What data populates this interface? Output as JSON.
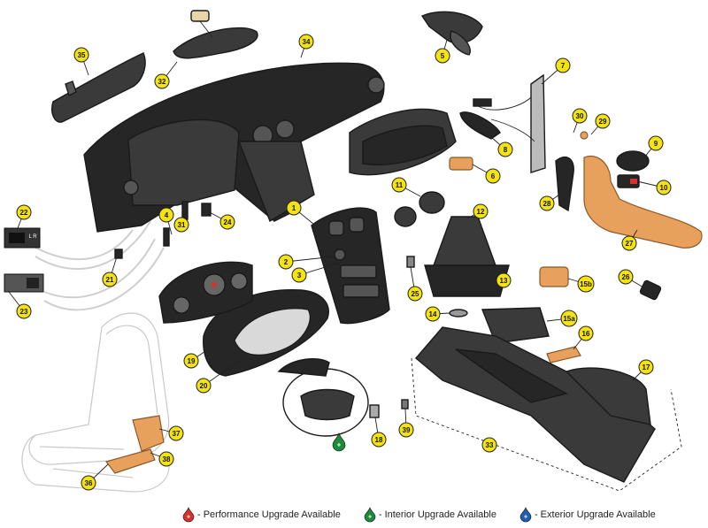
{
  "callouts": [
    "1",
    "2",
    "3",
    "4",
    "5",
    "6",
    "7",
    "8",
    "9",
    "10",
    "11",
    "12",
    "13",
    "14",
    "15a",
    "15b",
    "16",
    "17",
    "18",
    "19",
    "20",
    "21",
    "22",
    "23",
    "24",
    "25",
    "26",
    "27",
    "28",
    "29",
    "30",
    "31",
    "32",
    "33",
    "34",
    "35",
    "36",
    "37",
    "38",
    "39"
  ],
  "legend": {
    "performance": {
      "label": "- Performance Upgrade Available",
      "color": "#d6312b",
      "icon": "performance-upgrade-icon"
    },
    "interior": {
      "label": "- Interior Upgrade Available",
      "color": "#1e8a3c",
      "icon": "interior-upgrade-icon"
    },
    "exterior": {
      "label": "- Exterior Upgrade Available",
      "color": "#1f5fae",
      "icon": "exterior-upgrade-icon"
    }
  },
  "switch_label": "L R"
}
